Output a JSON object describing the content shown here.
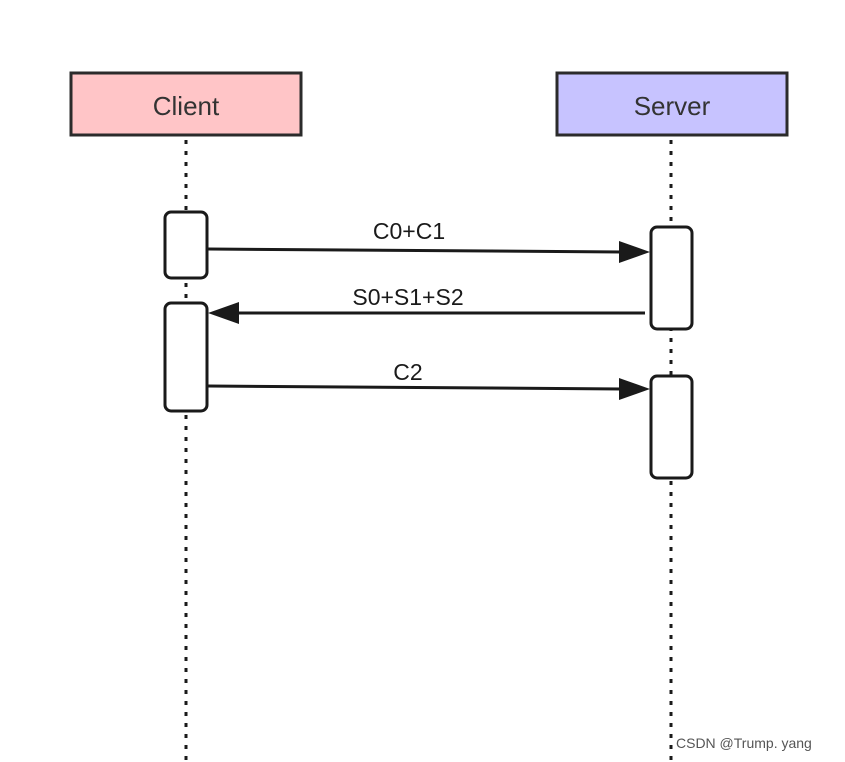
{
  "actors": {
    "client": {
      "label": "Client",
      "fill": "#ffc5c7"
    },
    "server": {
      "label": "Server",
      "fill": "#c7c3ff"
    }
  },
  "messages": [
    {
      "label": "C0+C1",
      "from": "client",
      "to": "server"
    },
    {
      "label": "S0+S1+S2",
      "from": "server",
      "to": "client"
    },
    {
      "label": "C2",
      "from": "client",
      "to": "server"
    }
  ],
  "watermark": "CSDN @Trump. yang"
}
